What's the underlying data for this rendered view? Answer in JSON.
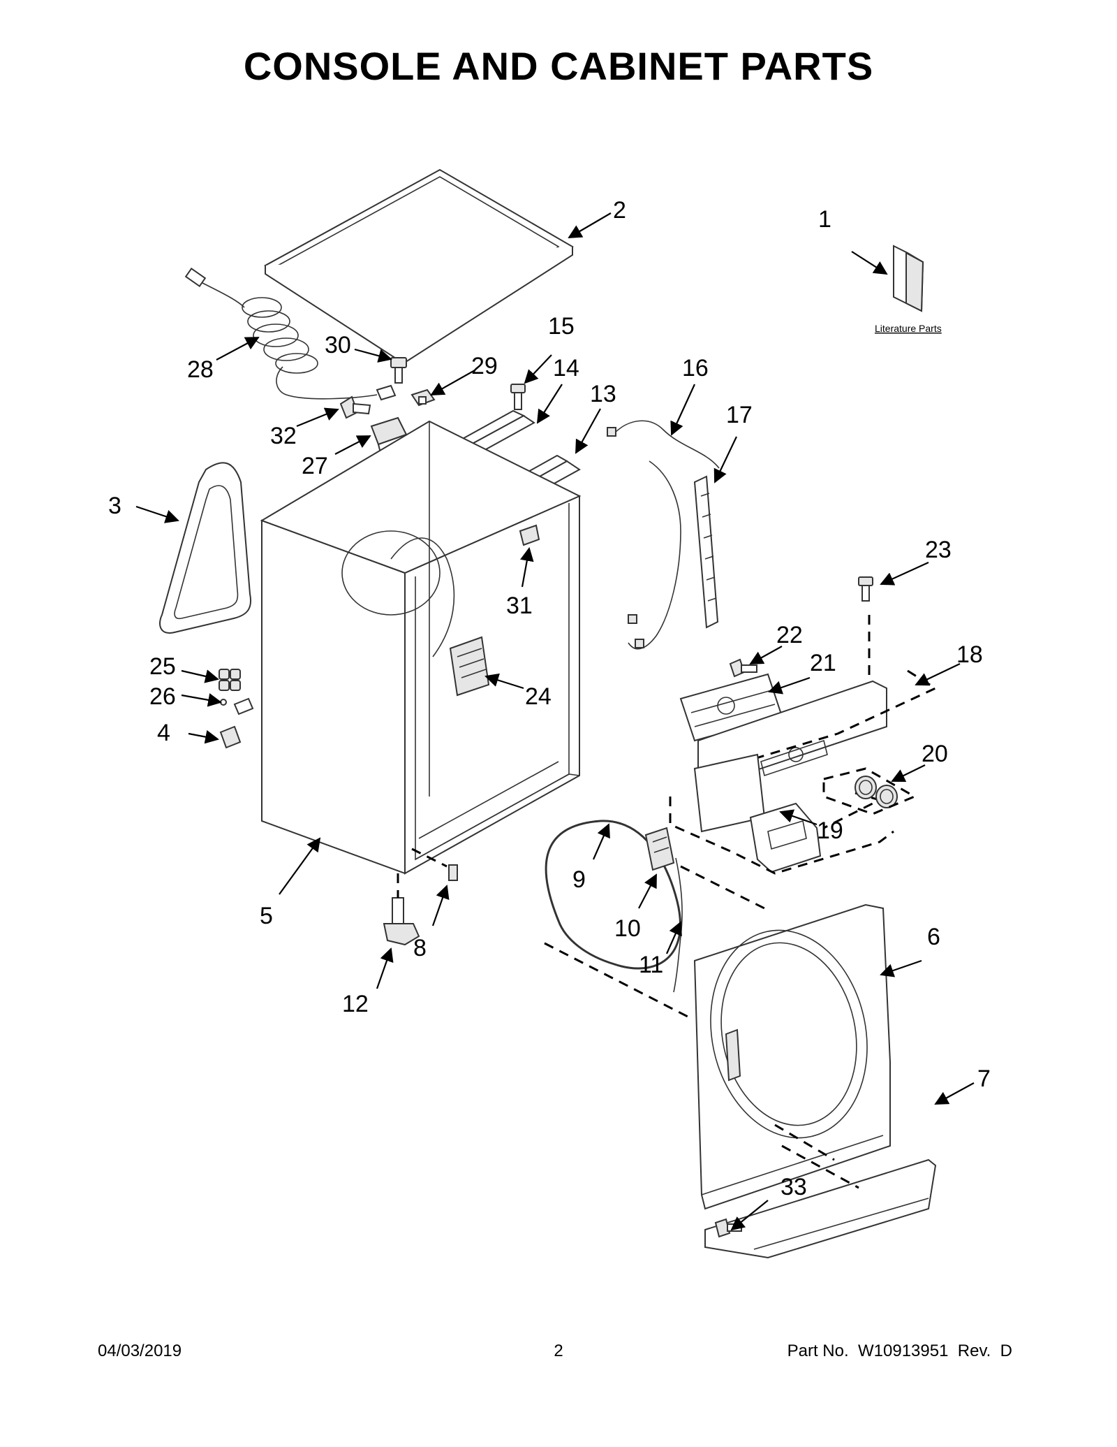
{
  "title": "CONSOLE AND CABINET PARTS",
  "literature_label": "Literature Parts",
  "footer": {
    "date": "04/03/2019",
    "page": "2",
    "part_no": "Part No.  W10913951  Rev.  D"
  },
  "callouts": [
    "1",
    "2",
    "3",
    "4",
    "5",
    "6",
    "7",
    "8",
    "9",
    "10",
    "11",
    "12",
    "13",
    "14",
    "15",
    "16",
    "17",
    "18",
    "19",
    "20",
    "21",
    "22",
    "23",
    "24",
    "25",
    "26",
    "27",
    "28",
    "29",
    "30",
    "31",
    "32",
    "33"
  ]
}
